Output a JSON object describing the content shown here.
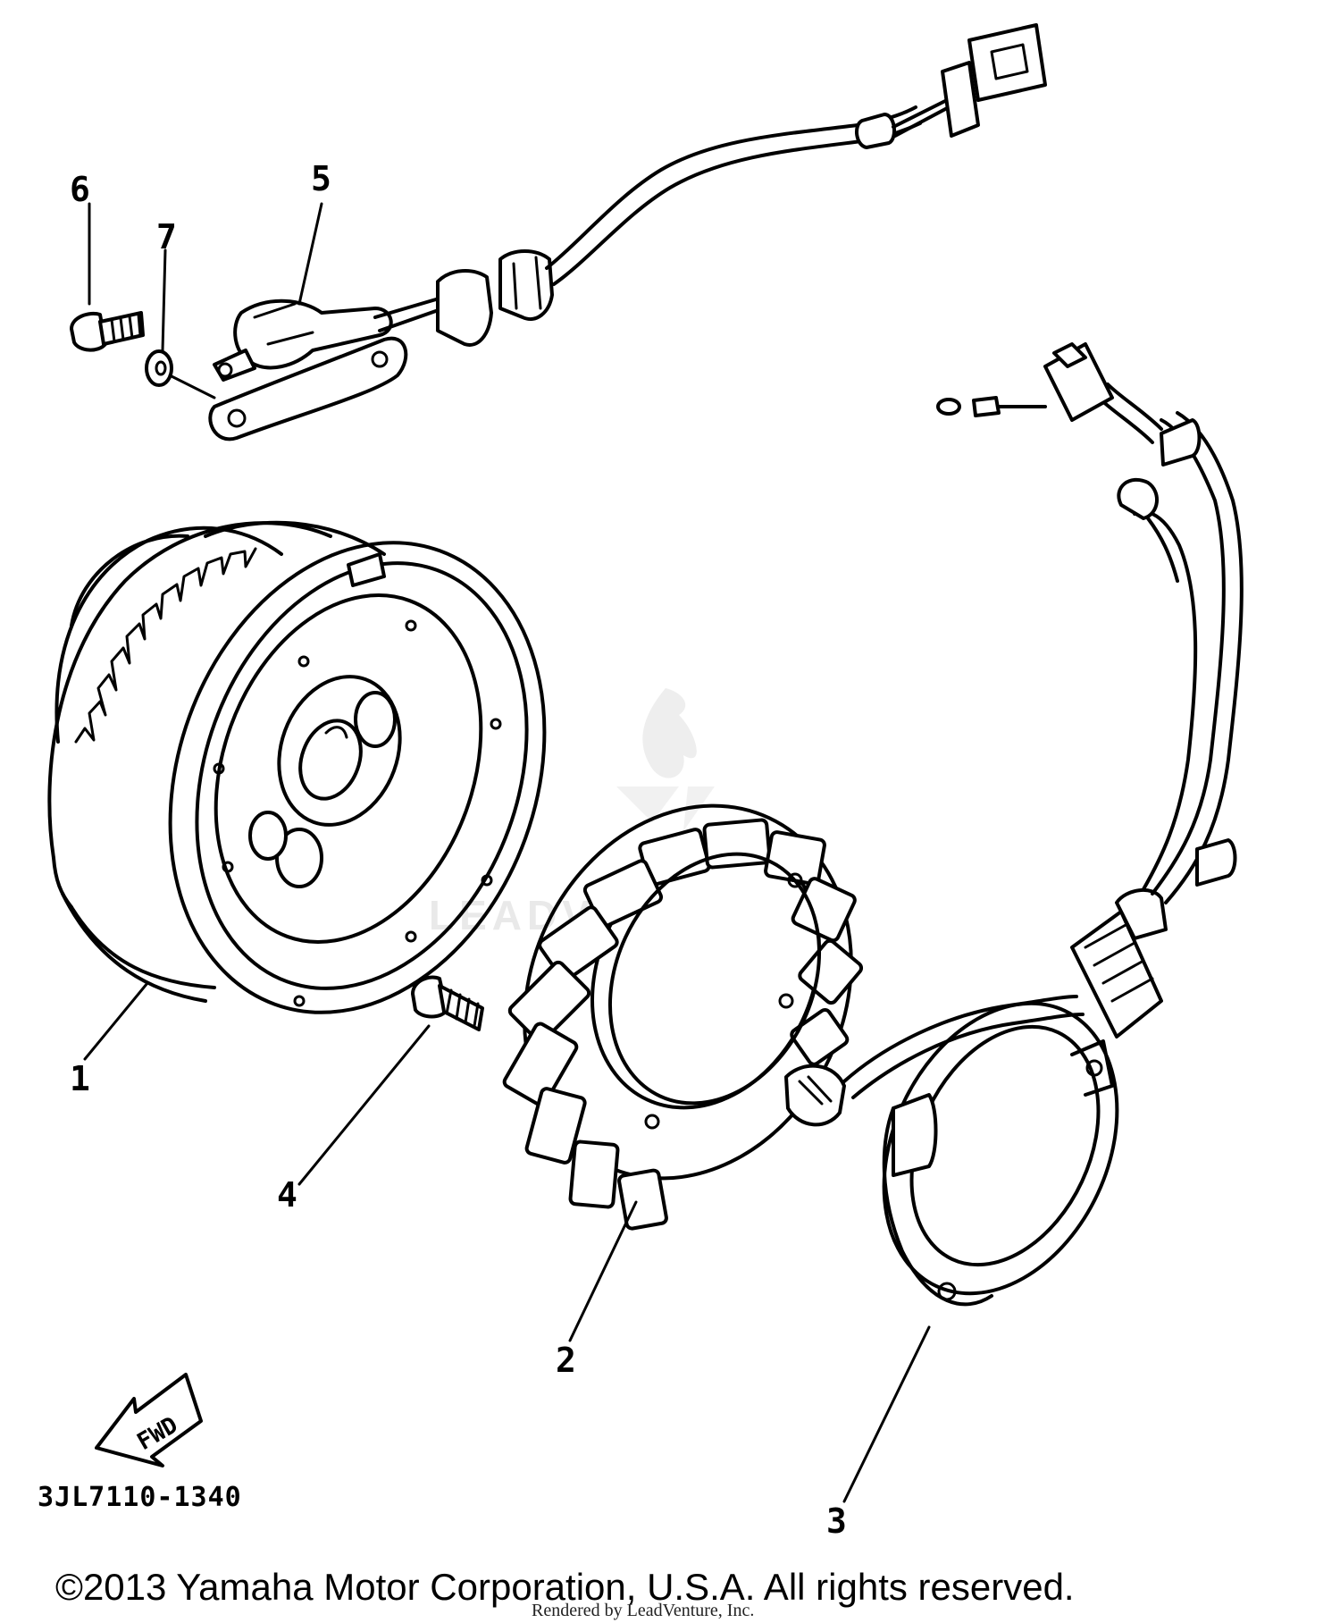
{
  "diagram": {
    "callouts": [
      {
        "id": "1",
        "label": "1"
      },
      {
        "id": "2",
        "label": "2"
      },
      {
        "id": "3",
        "label": "3"
      },
      {
        "id": "4",
        "label": "4"
      },
      {
        "id": "5",
        "label": "5"
      },
      {
        "id": "6",
        "label": "6"
      },
      {
        "id": "7",
        "label": "7"
      }
    ],
    "fwd_label": "FWD",
    "drawing_code": "3JL7110-1340",
    "copyright": "©2013 Yamaha Motor Corporation, U.S.A. All rights reserved.",
    "rendered_by": "Rendered by LeadVenture, Inc.",
    "watermark": "LEADVENTURE"
  },
  "colors": {
    "line": "#000000",
    "background": "#ffffff",
    "watermark": "#cfcfcf"
  }
}
